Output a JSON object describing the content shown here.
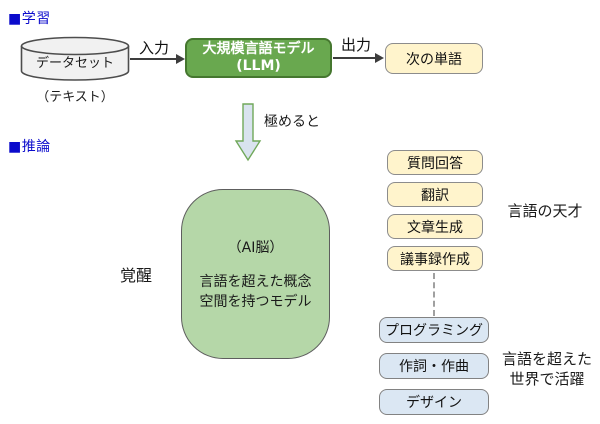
{
  "sections": {
    "learning": "■学習",
    "inference": "■推論"
  },
  "learning_flow": {
    "dataset_label": "データセット",
    "dataset_sublabel": "（テキスト）",
    "input_arrow_label": "入力",
    "llm_line1": "大規模言語モデル",
    "llm_line2": "(LLM)",
    "output_arrow_label": "出力",
    "next_word_label": "次の単語"
  },
  "transition": {
    "arrow_label": "極めると"
  },
  "inference_flow": {
    "awakening_label": "覚醒",
    "brain_line1": "（AI脳）",
    "brain_line2": "言語を超えた概念",
    "brain_line3": "空間を持つモデル",
    "language_tasks": [
      "質問回答",
      "翻訳",
      "文章生成",
      "議事録作成"
    ],
    "language_tasks_caption": "言語の天才",
    "beyond_tasks": [
      "プログラミング",
      "作詞・作曲",
      "デザイン"
    ],
    "beyond_caption_line1": "言語を超えた",
    "beyond_caption_line2": "世界で活躍"
  },
  "colors": {
    "section_label": "#0b0bcc",
    "llm_fill": "#69a84f",
    "llm_border": "#45772f",
    "brain_fill": "#b5d7a8",
    "yellow_box_fill": "#fff4cc",
    "blue_box_fill": "#dbe7f3",
    "cylinder_fill": "#f1f1f1",
    "down_arrow_fill": "#d9e3ef",
    "down_arrow_border": "#70a85a",
    "arrow_line": "#3d3d3d"
  }
}
